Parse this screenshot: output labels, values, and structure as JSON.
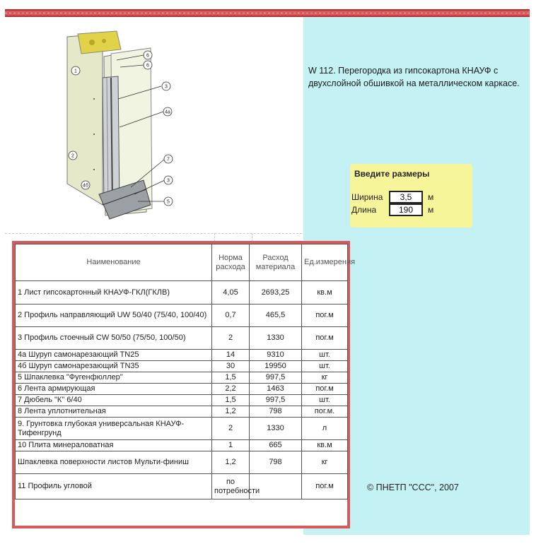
{
  "header": {
    "title": "W 112. Перегородка из гипсокартона КНАУФ с двухслойной обшивкой на металлическом каркасе."
  },
  "diagram": {
    "labels": [
      "1",
      "6",
      "6",
      "3",
      "4а",
      "2",
      "7",
      "3",
      "5",
      "4б"
    ]
  },
  "input_box": {
    "heading": "Введите размеры",
    "width_label": "Ширина",
    "width_value": "3,5",
    "width_unit": "м",
    "length_label": "Длина",
    "length_value": "190",
    "length_unit": "м"
  },
  "table": {
    "headers": [
      "Наименование",
      "Норма расхода",
      "Расход материала",
      "Ед.измерения"
    ],
    "rows": [
      {
        "name": "1   Лист гипсокартонный КНАУФ-ГКЛ(ГКЛВ)",
        "norm": "4,05",
        "total": "2693,25",
        "unit": "кв.м"
      },
      {
        "name": "2   Профиль направляющий UW 50/40 (75/40, 100/40)",
        "norm": "0,7",
        "total": "465,5",
        "unit": "пог.м"
      },
      {
        "name": "3   Профиль стоечный CW 50/50 (75/50, 100/50)",
        "norm": "2",
        "total": "1330",
        "unit": "пог.м"
      },
      {
        "name": "4а  Шуруп самонарезающий TN25",
        "norm": "14",
        "total": "9310",
        "unit": "шт."
      },
      {
        "name": "4б  Шуруп самонарезающий TN35",
        "norm": "30",
        "total": "19950",
        "unit": "шт."
      },
      {
        "name": "5   Шпаклевка \"Фугенфюллер\"",
        "norm": "1,5",
        "total": "997,5",
        "unit": "кг"
      },
      {
        "name": "6   Лента армирующая",
        "norm": "2,2",
        "total": "1463",
        "unit": "пог.м"
      },
      {
        "name": "7   Дюбель \"К\" 6/40",
        "norm": "1,5",
        "total": "997,5",
        "unit": "шт."
      },
      {
        "name": "8   Лента уплотнительная",
        "norm": "1,2",
        "total": "798",
        "unit": "пог.м."
      },
      {
        "name": "9.  Грунтовка глубокая универсальная КНАУФ-Тифенгрунд",
        "norm": "2",
        "total": "1330",
        "unit": "л"
      },
      {
        "name": "10  Плита минераловатная",
        "norm": "1",
        "total": "665",
        "unit": "кв.м"
      },
      {
        "name": "Шпаклевка поверхности листов Мульти-финиш",
        "norm": "1,2",
        "total": "798",
        "unit": "кг"
      },
      {
        "name": "11  Профиль угловой",
        "norm": "по потребности",
        "total": "",
        "unit": "пог.м"
      }
    ]
  },
  "footer": {
    "copyright": "© ПНЕТП \"ССС\", 2007"
  },
  "colors": {
    "accent_red": "#d9585a",
    "panel_cyan": "#c4f1f3",
    "input_yellow": "#f7f59a"
  }
}
